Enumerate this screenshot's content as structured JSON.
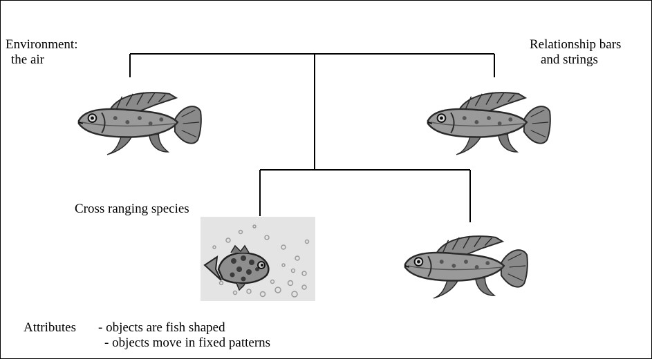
{
  "labels": {
    "environment_line1": "Environment:",
    "environment_line2": "the air",
    "relationship_line1": "Relationship bars",
    "relationship_line2": "and strings",
    "cross_ranging": "Cross ranging species",
    "attributes_lead": "Attributes",
    "attribute_1": "- objects are fish shaped",
    "attribute_2": "- objects move in fixed patterns"
  },
  "icons": {
    "fish": "fish-icon",
    "spotted_fish": "spotted-fish-icon"
  },
  "colors": {
    "line": "#000000",
    "fish_body": "#8a8a8a",
    "fish_dark": "#3a3a3a",
    "bubble_bg": "#e4e4e4"
  }
}
